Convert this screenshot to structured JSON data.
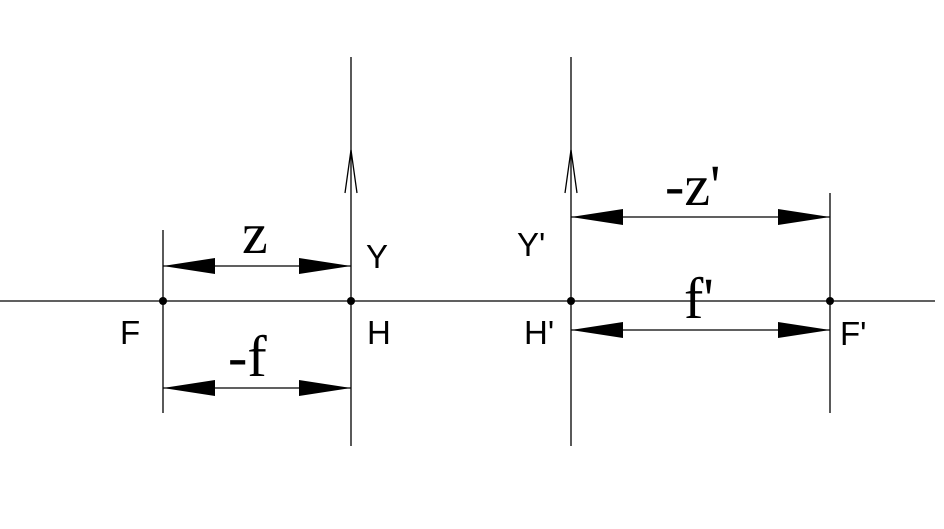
{
  "points": {
    "F": "F",
    "H": "H",
    "H_prime": "H'",
    "F_prime": "F'"
  },
  "planes": {
    "object_axis": "Y",
    "image_axis": "Y'"
  },
  "dimensions": {
    "z": "z",
    "neg_f": "-f",
    "neg_z_prime": "-z'",
    "f_prime": "f'"
  }
}
